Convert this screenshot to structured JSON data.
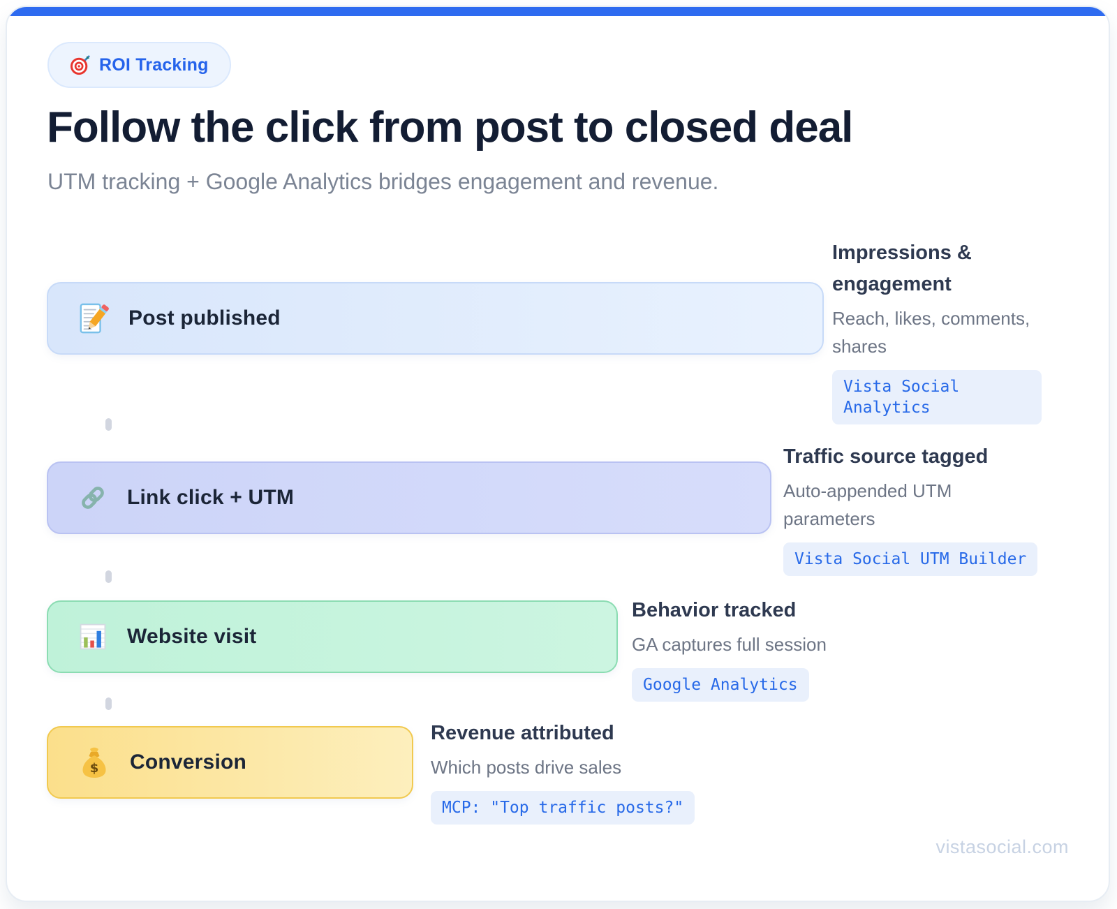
{
  "badge": {
    "icon": "target-icon",
    "label": "ROI Tracking"
  },
  "header": {
    "title": "Follow the click from post to closed deal",
    "subtitle": "UTM tracking + Google Analytics bridges engagement and revenue."
  },
  "funnel": {
    "steps": [
      {
        "label": "Post published",
        "icon": "memo-icon",
        "bar_color": "#d8e6fb",
        "note": {
          "title": "Impressions & engagement",
          "desc": "Reach, likes, comments, shares",
          "chip": "Vista Social Analytics"
        }
      },
      {
        "label": "Link click + UTM",
        "icon": "link-icon",
        "bar_color": "#ced6f8",
        "note": {
          "title": "Traffic source tagged",
          "desc": "Auto-appended UTM parameters",
          "chip": "Vista Social UTM Builder"
        }
      },
      {
        "label": "Website visit",
        "icon": "bar-chart-icon",
        "bar_color": "#c1f3db",
        "note": {
          "title": "Behavior tracked",
          "desc": "GA captures full session",
          "chip": "Google Analytics"
        }
      },
      {
        "label": "Conversion",
        "icon": "money-bag-icon",
        "bar_color": "#fbe295",
        "note": {
          "title": "Revenue attributed",
          "desc": "Which posts drive sales",
          "chip": "MCP: \"Top traffic posts?\""
        }
      }
    ]
  },
  "footer": {
    "brand": "vistasocial.com"
  },
  "colors": {
    "accent_blue": "#2563eb",
    "top_strip": "#2e6bf0",
    "heading_dark": "#131d33",
    "note_title": "#2e3950",
    "muted_text": "#6d7585",
    "chip_text": "#2769e8",
    "chip_bg": "#e9f0fc",
    "connector_dash": "#d2d6e0"
  }
}
